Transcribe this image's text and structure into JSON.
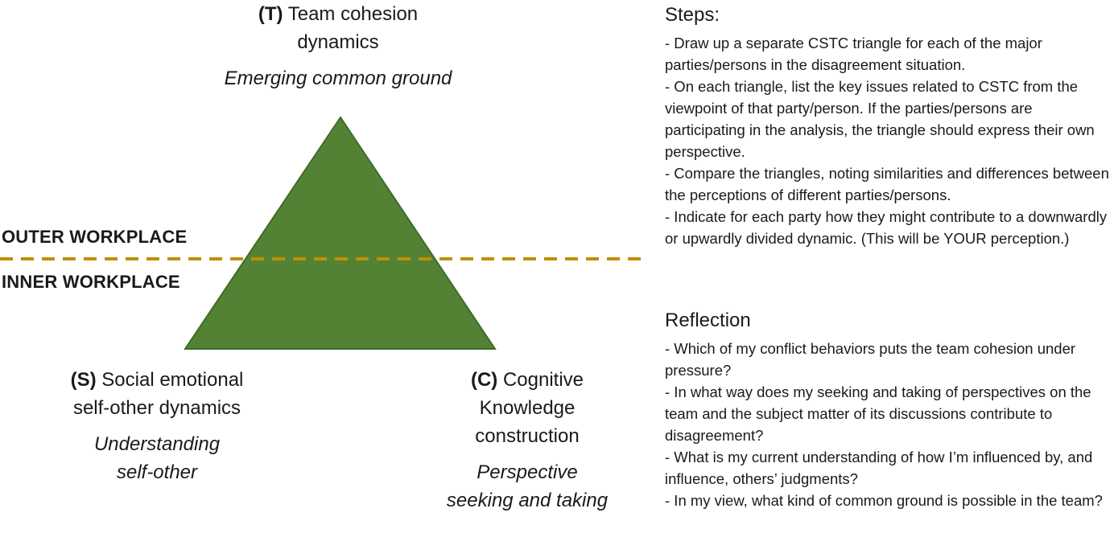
{
  "diagram": {
    "vertex_t": {
      "letter": "(T)",
      "title_rest": "Team cohesion",
      "title_line2": "dynamics",
      "subtitle": "Emerging common ground"
    },
    "vertex_s": {
      "letter": "(S)",
      "title_rest": "Social emotional",
      "title_line2": "self-other dynamics",
      "subtitle_line1": "Understanding",
      "subtitle_line2": "self-other"
    },
    "vertex_c": {
      "letter": "(C)",
      "title_rest": "Cognitive",
      "title_line2": "Knowledge",
      "title_line3": "construction",
      "subtitle_line1": "Perspective",
      "subtitle_line2": "seeking and taking"
    },
    "outer_label": "OUTER WORKPLACE",
    "inner_label": "INNER WORKPLACE",
    "colors": {
      "triangle_fill": "#548235",
      "triangle_stroke": "#3f6b27",
      "divider": "#bf9000"
    }
  },
  "steps": {
    "title": "Steps:",
    "items": [
      "- Draw up a separate CSTC triangle for each of the major parties/persons in the disagreement situation.",
      "- On each triangle, list the key issues related to CSTC from the viewpoint of that party/person. If the parties/persons are participating in the analysis, the triangle should express their own perspective.",
      "- Compare the triangles, noting similarities and differences between the perceptions of different parties/persons.",
      "- Indicate for each party how they might contribute to a downwardly or upwardly divided dynamic. (This will be YOUR perception.)"
    ]
  },
  "reflection": {
    "title": "Reflection",
    "items": [
      "- Which of my conflict behaviors puts the team cohesion under pressure?",
      "- In what way does my seeking and taking of perspectives on the team and the subject matter of its discussions contribute to disagreement?",
      "- What is my current understanding of how I’m influenced by, and influence, others’ judgments?",
      "- In my view, what kind of common ground is possible in the team?"
    ]
  }
}
